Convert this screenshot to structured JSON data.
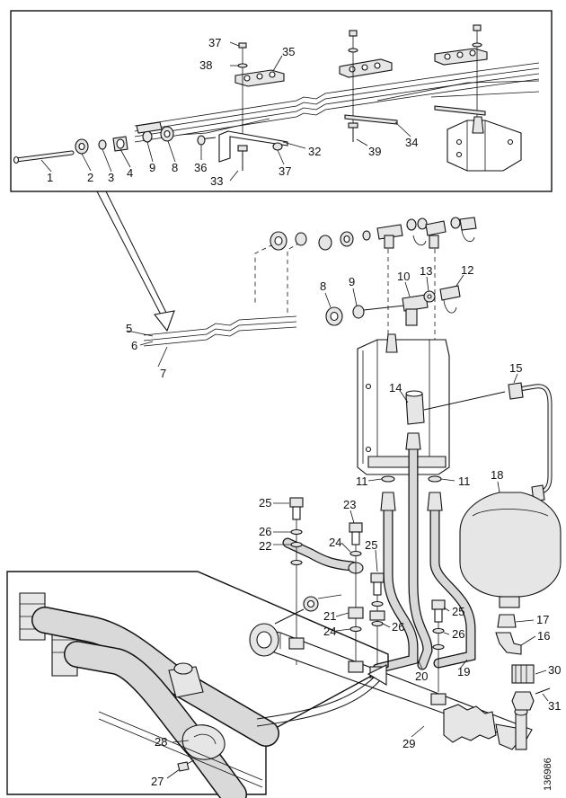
{
  "callouts": {
    "c1": "1",
    "c2": "2",
    "c3": "3",
    "c4": "4",
    "c5": "5",
    "c6": "6",
    "c7": "7",
    "c8a": "8",
    "c8b": "8",
    "c9a": "9",
    "c9b": "9",
    "c10": "10",
    "c11a": "11",
    "c11b": "11",
    "c12": "12",
    "c13": "13",
    "c14": "14",
    "c15": "15",
    "c16": "16",
    "c17": "17",
    "c18": "18",
    "c19": "19",
    "c20": "20",
    "c21": "21",
    "c22": "22",
    "c23": "23",
    "c24a": "24",
    "c24b": "24",
    "c25a": "25",
    "c25b": "25",
    "c25c": "25",
    "c26a": "26",
    "c26b": "26",
    "c26c": "26",
    "c27": "27",
    "c28": "28",
    "c29": "29",
    "c30": "30",
    "c31": "31",
    "c32": "32",
    "c33": "33",
    "c34": "34",
    "c35": "35",
    "c36": "36",
    "c37a": "37",
    "c37b": "37",
    "c38": "38",
    "c39": "39"
  },
  "document_number": "136986"
}
